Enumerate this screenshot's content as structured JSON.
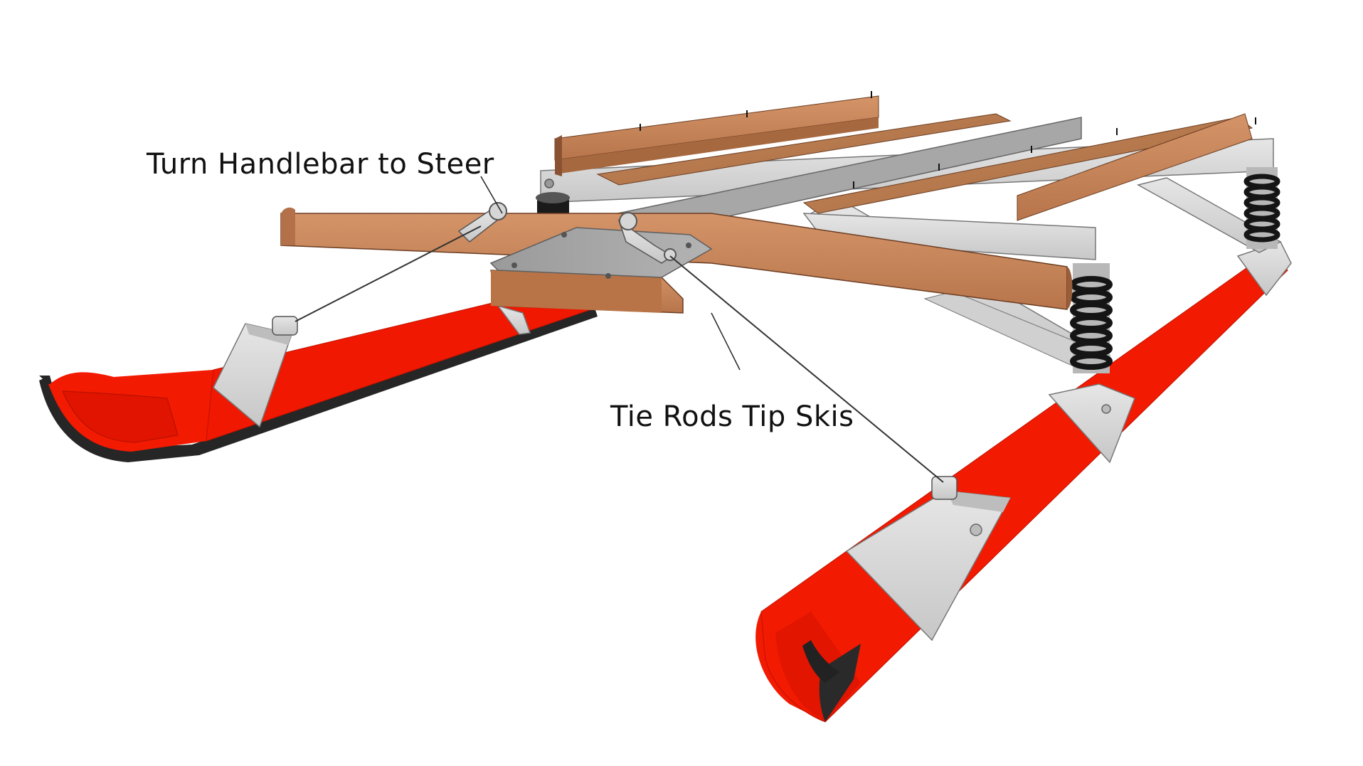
{
  "annotations": {
    "steer": "Turn Handlebar to Steer",
    "tie_rods": "Tie Rods Tip Skis"
  },
  "colors": {
    "ski_red": "#f21a00",
    "ski_black": "#222222",
    "wood_light": "#c98a5a",
    "wood_dark": "#8a5232",
    "metal_light": "#d9d9d9",
    "metal_dark": "#8f8f8f",
    "spring_black": "#151515"
  },
  "parts": [
    "left-ski",
    "right-ski",
    "seat-slat",
    "handlebar",
    "steering-plate",
    "frame-rail",
    "shock-absorber",
    "ski-bracket",
    "tie-rod",
    "rod-end"
  ]
}
